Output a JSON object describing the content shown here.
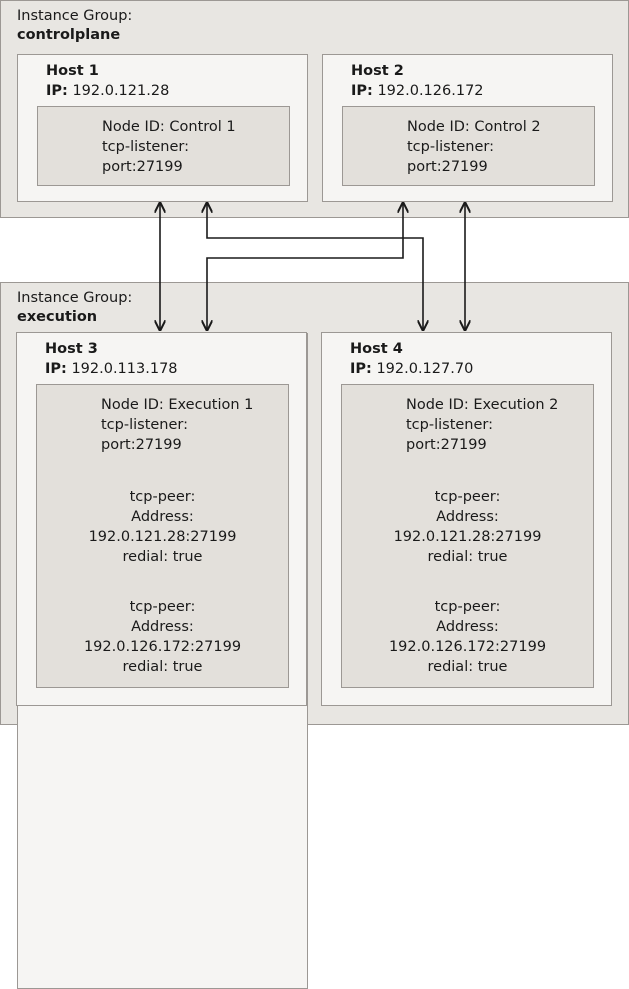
{
  "groups": [
    {
      "title": "Instance Group:",
      "name": "controlplane"
    },
    {
      "title": "Instance Group:",
      "name": "execution"
    }
  ],
  "hosts": [
    {
      "name": "Host 1",
      "ip_label": "IP:",
      "ip": "192.0.121.28",
      "node_id": "Node ID: Control 1",
      "listener": "tcp-listener:",
      "port": "port:27199"
    },
    {
      "name": "Host 2",
      "ip_label": "IP:",
      "ip": "192.0.126.172",
      "node_id": "Node ID: Control 2",
      "listener": "tcp-listener:",
      "port": "port:27199"
    },
    {
      "name": "Host 3",
      "ip_label": "IP:",
      "ip": "192.0.113.178",
      "node_id": "Node ID: Execution 1",
      "listener": "tcp-listener:",
      "port": "port:27199",
      "peers": [
        {
          "label": "tcp-peer:",
          "address_label": "Address:",
          "address": "192.0.121.28:27199",
          "redial": "redial: true"
        },
        {
          "label": "tcp-peer:",
          "address_label": "Address:",
          "address": "192.0.126.172:27199",
          "redial": "redial: true"
        }
      ]
    },
    {
      "name": "Host 4",
      "ip_label": "IP:",
      "ip": "192.0.127.70",
      "node_id": "Node ID: Execution 2",
      "listener": "tcp-listener:",
      "port": "port:27199",
      "peers": [
        {
          "label": "tcp-peer:",
          "address_label": "Address:",
          "address": "192.0.121.28:27199",
          "redial": "redial: true"
        },
        {
          "label": "tcp-peer:",
          "address_label": "Address:",
          "address": "192.0.126.172:27199",
          "redial": "redial: true"
        }
      ]
    }
  ],
  "colors": {
    "group_bg": "#e8e6e2",
    "host_bg": "#f6f5f3",
    "node_bg": "#e3e0db",
    "border": "#9c9894",
    "arrow": "#1a1a1a"
  }
}
